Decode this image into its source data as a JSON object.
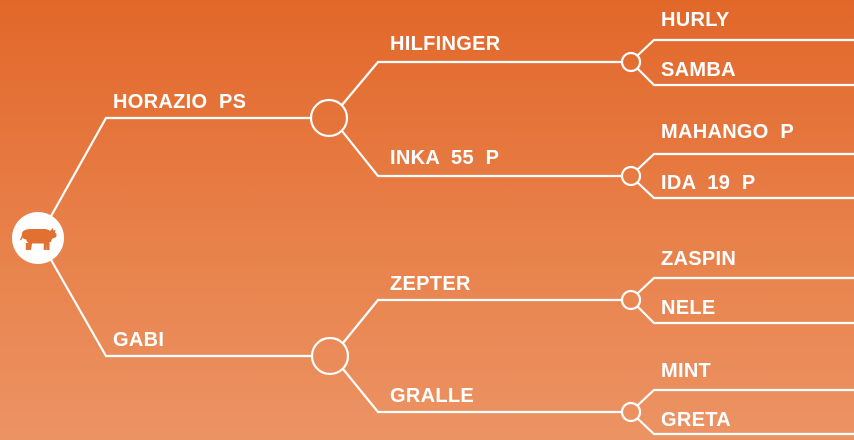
{
  "colors": {
    "background_top": "#e2672a",
    "background_bottom": "#ec9364",
    "line": "#ffffff",
    "icon": "#e27030"
  },
  "root": {
    "icon": "cow-icon"
  },
  "sire": {
    "name": "HORAZIO  PS",
    "sire": {
      "name": "HILFINGER",
      "sire": "HURLY",
      "dam": "SAMBA"
    },
    "dam": {
      "name": "INKA  55  P",
      "sire": "MAHANGO  P",
      "dam": "IDA  19  P"
    }
  },
  "dam": {
    "name": "GABI",
    "sire": {
      "name": "ZEPTER",
      "sire": "ZASPIN",
      "dam": "NELE"
    },
    "dam": {
      "name": "GRALLE",
      "sire": "MINT",
      "dam": "GRETA"
    }
  }
}
